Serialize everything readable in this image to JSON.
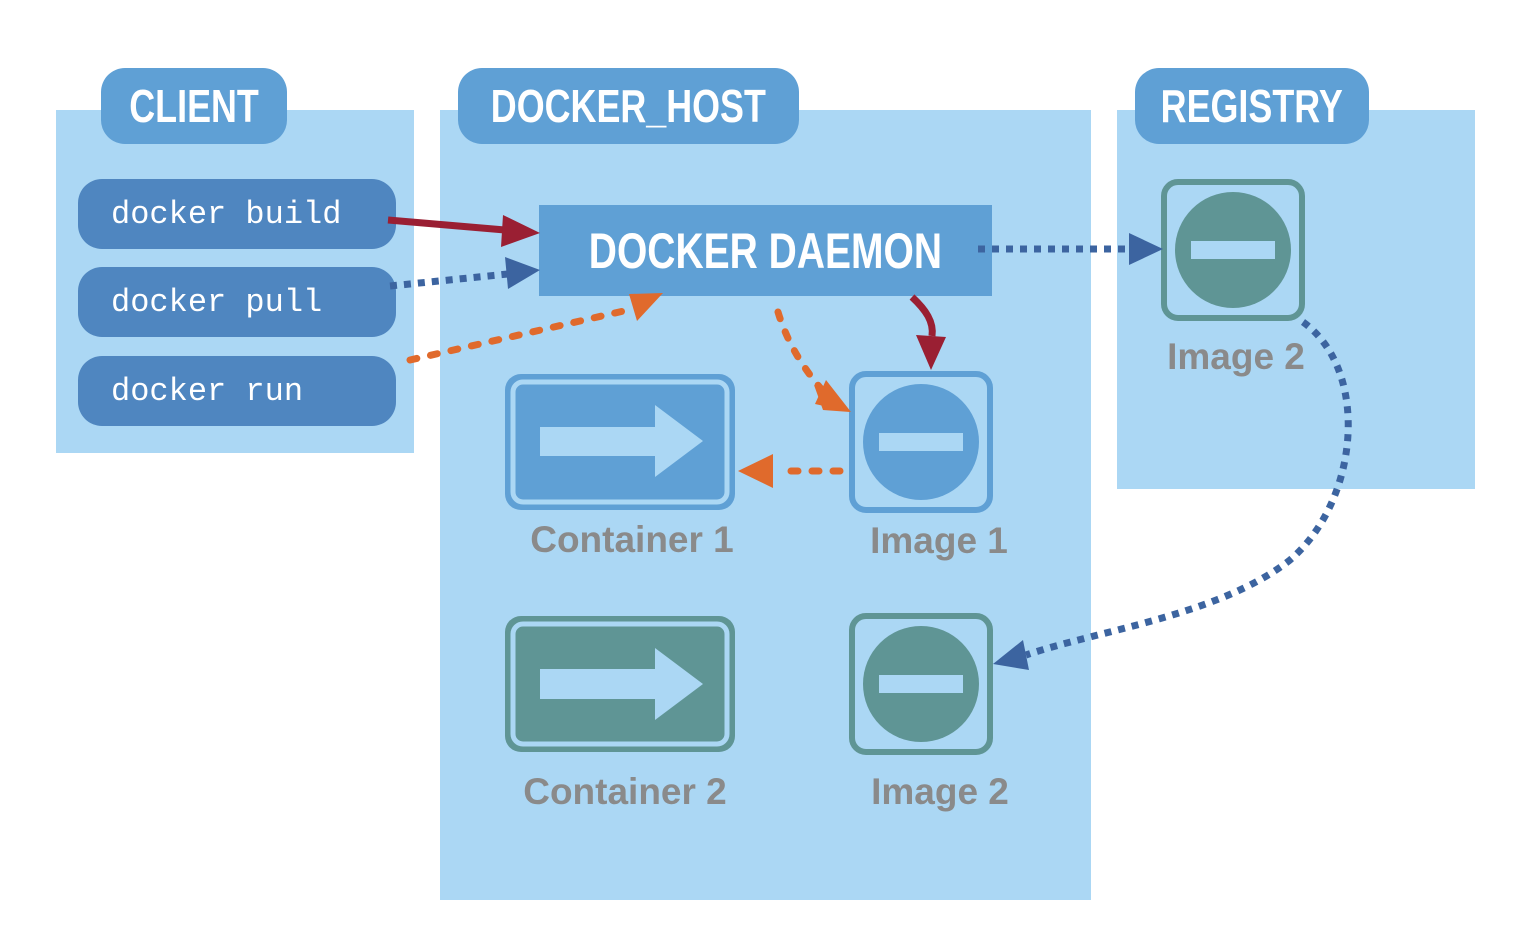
{
  "sections": {
    "client": "CLIENT",
    "docker_host": "DOCKER_HOST",
    "registry": "REGISTRY"
  },
  "commands": [
    "docker build",
    "docker pull",
    "docker run"
  ],
  "daemon": "DOCKER DAEMON",
  "host_items": {
    "container1": "Container 1",
    "image1": "Image 1",
    "container2": "Container 2",
    "image2": "Image 2"
  },
  "registry_items": {
    "image2": "Image 2"
  },
  "colors": {
    "panel": "#abd7f4",
    "tab": "#5fa0d5",
    "command": "#4f86c0",
    "teal": "#5f9595",
    "build_arrow": "#9a1f33",
    "pull_arrow": "#3c64a0",
    "run_arrow": "#e06a2c",
    "label": "#8a8a8a"
  },
  "icons": {
    "container": "arrow-right-icon",
    "image": "minus-circle-icon"
  }
}
